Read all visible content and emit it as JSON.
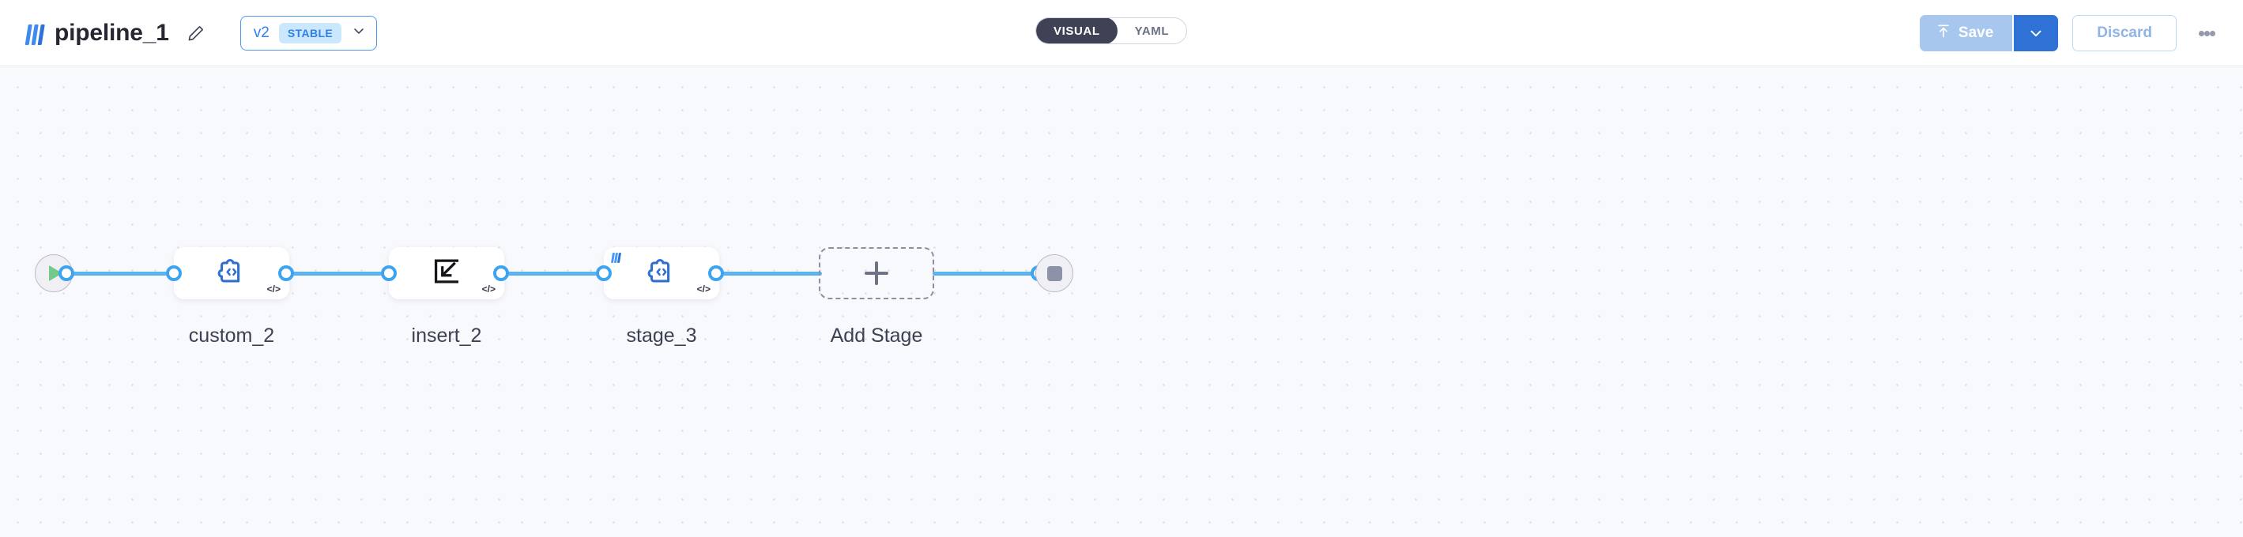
{
  "header": {
    "logo_icon": "app-logo-bars",
    "title": "pipeline_1",
    "edit_icon": "pencil-icon",
    "version": {
      "label": "v2",
      "status": "STABLE",
      "chevron_icon": "chevron-down-icon"
    },
    "view_toggle": {
      "options": [
        {
          "label": "VISUAL",
          "active": true
        },
        {
          "label": "YAML",
          "active": false
        }
      ]
    },
    "actions": {
      "save_label": "Save",
      "save_icon": "upload-arrow-icon",
      "save_dropdown_icon": "chevron-down-icon",
      "discard_label": "Discard",
      "more_icon": "kebab-menu-icon"
    }
  },
  "canvas": {
    "start_node": {
      "name": "start-node",
      "icon": "play-icon"
    },
    "end_node": {
      "name": "end-node",
      "icon": "stop-square-icon"
    },
    "stages": [
      {
        "label": "custom_2",
        "icon": "puzzle-code-icon",
        "badge": "</>",
        "has_logo_badge": false
      },
      {
        "label": "insert_2",
        "icon": "insert-arrow-square-icon",
        "badge": "</>",
        "has_logo_badge": false
      },
      {
        "label": "stage_3",
        "icon": "puzzle-code-icon",
        "badge": "</>",
        "has_logo_badge": true
      }
    ],
    "add_stage": {
      "label": "Add Stage",
      "icon": "plus-icon"
    }
  },
  "colors": {
    "accent_blue": "#2f80ed",
    "edge_blue": "#5cb3f0",
    "toggle_active_bg": "#3f4254",
    "canvas_bg": "#f8f9fc",
    "start_green": "#72c98a",
    "end_grey": "#8e92a8"
  }
}
